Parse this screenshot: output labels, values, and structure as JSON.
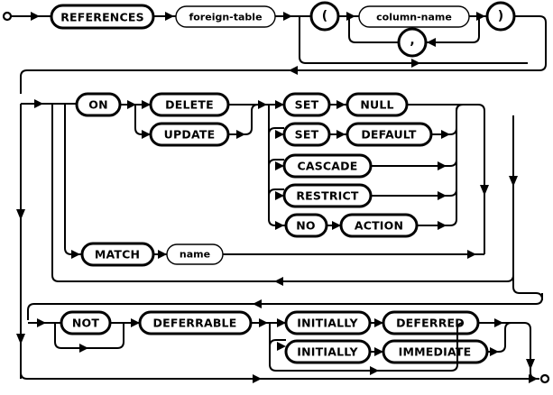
{
  "diagram": {
    "title": "REFERENCES clause railroad syntax diagram",
    "colors": {
      "background": "#ffffff",
      "stroke": "#000000",
      "fill": "#ffffff"
    },
    "start_marker": "start-circle",
    "end_marker": "end-circle",
    "terminals": {
      "references": "REFERENCES",
      "lparen": "(",
      "rparen": ")",
      "comma": ",",
      "on": "ON",
      "delete": "DELETE",
      "update": "UPDATE",
      "set1": "SET",
      "null": "NULL",
      "set2": "SET",
      "default": "DEFAULT",
      "cascade": "CASCADE",
      "restrict": "RESTRICT",
      "no": "NO",
      "action": "ACTION",
      "match": "MATCH",
      "not": "NOT",
      "deferrable": "DEFERRABLE",
      "initially1": "INITIALLY",
      "deferred": "DEFERRED",
      "initially2": "INITIALLY",
      "immediate": "IMMEDIATE"
    },
    "nonterminals": {
      "foreign_table": "foreign-table",
      "column_name": "column-name",
      "name": "name"
    },
    "rows": [
      {
        "id": "row-1",
        "items": [
          "REFERENCES",
          "foreign-table",
          "(",
          "column-name",
          ",",
          ")"
        ]
      },
      {
        "id": "row-2",
        "items": [
          "ON",
          "DELETE",
          "UPDATE",
          "SET",
          "NULL",
          "SET",
          "DEFAULT",
          "CASCADE",
          "RESTRICT",
          "NO",
          "ACTION",
          "MATCH",
          "name"
        ]
      },
      {
        "id": "row-3",
        "items": [
          "NOT",
          "DEFERRABLE",
          "INITIALLY",
          "DEFERRED",
          "INITIALLY",
          "IMMEDIATE"
        ]
      }
    ]
  }
}
